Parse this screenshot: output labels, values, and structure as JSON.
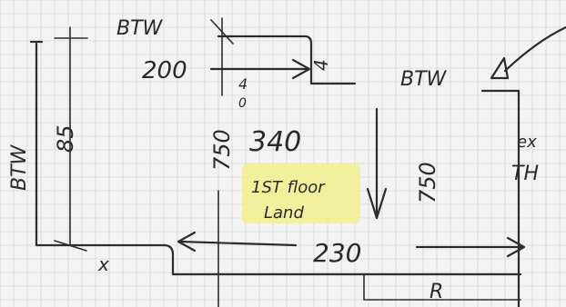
{
  "colors": {
    "paper": "#f3f3f1",
    "grid": "#c9ccd2",
    "ink": "#2c2c2c",
    "highlighter": "#f2ee8e"
  },
  "labels": {
    "btw_top": "BTW",
    "btw_right": "BTW",
    "btw_left": "BTW",
    "dim_200": "200",
    "dim_340": "340",
    "dim_230": "230",
    "dim_85": "85",
    "dim_750_left": "750",
    "dim_750_right": "750",
    "dim_4": "4",
    "mark_x": "x",
    "mark_r": "R",
    "exth_line1": "ex",
    "exth_line2": "TH",
    "landing_line1": "1ST floor",
    "landing_line2": "Land",
    "small_frac_top": "4",
    "small_frac_bottom": "0"
  }
}
